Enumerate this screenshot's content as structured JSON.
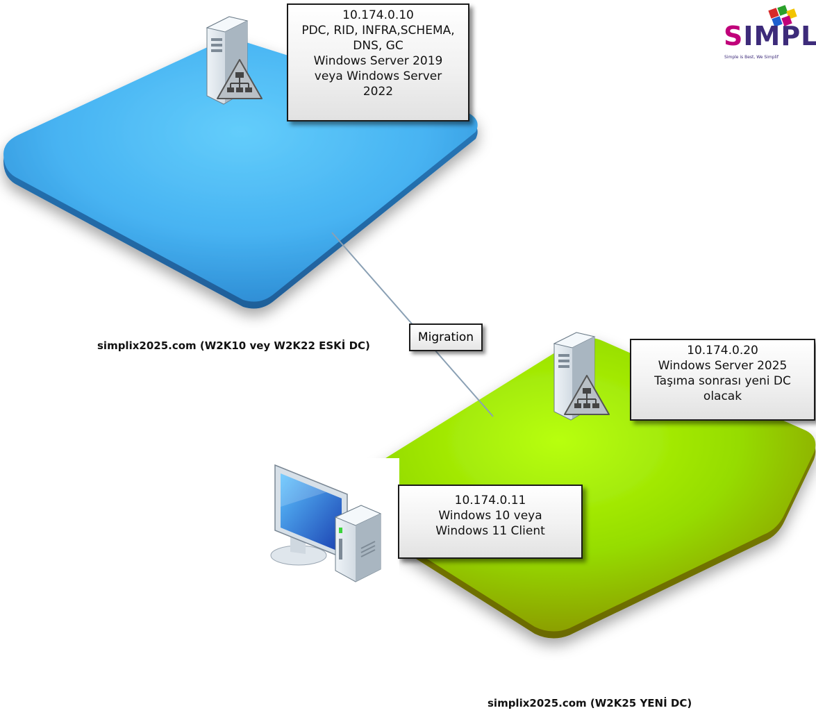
{
  "logo": {
    "text_first": "S",
    "text_rest": "IMPL",
    "tagline": "Simple is Best, We Simplif"
  },
  "old_dc": {
    "lines": [
      "10.174.0.10",
      "PDC, RID, INFRA,SCHEMA,",
      "DNS, GC",
      "Windows Server 2019",
      "veya Windows Server",
      "2022"
    ],
    "domain_label": "simplix2025.com (W2K10 vey W2K22 ESKİ DC)"
  },
  "migration": {
    "label": "Migration"
  },
  "new_dc": {
    "lines": [
      "10.174.0.20",
      "Windows Server 2025",
      "Taşıma sonrası yeni DC",
      "olacak"
    ],
    "domain_label": "simplix2025.com (W2K25 YENİ DC)"
  },
  "client": {
    "lines": [
      "10.174.0.11",
      "Windows 10 veya",
      "Windows 11 Client"
    ]
  },
  "colors": {
    "old_network": "#3fa6ea",
    "new_network": "#9de000",
    "connector": "#8aa0b4",
    "logo_primary": "#3d2b7a",
    "logo_accent": "#c0007a"
  }
}
